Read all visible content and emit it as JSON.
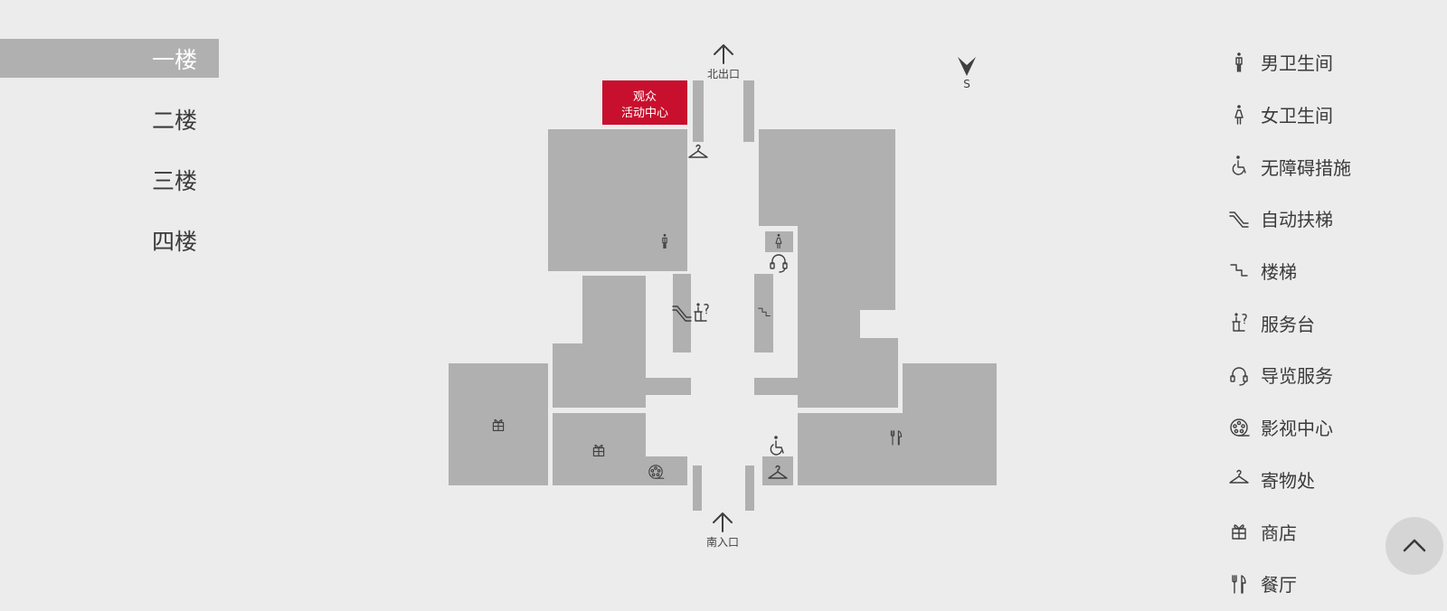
{
  "floors": [
    {
      "label": "一楼",
      "active": true
    },
    {
      "label": "二楼",
      "active": false
    },
    {
      "label": "三楼",
      "active": false
    },
    {
      "label": "四楼",
      "active": false
    }
  ],
  "map": {
    "north_exit": "北出口",
    "south_entrance": "南入口",
    "compass_label": "S",
    "audience_center": [
      "观众",
      "活动中心"
    ],
    "accent_color": "#c8102e",
    "block_color": "#b0b0b0"
  },
  "legend": [
    {
      "icon": "male-restroom-icon",
      "label": "男卫生间"
    },
    {
      "icon": "female-restroom-icon",
      "label": "女卫生间"
    },
    {
      "icon": "accessibility-icon",
      "label": "无障碍措施"
    },
    {
      "icon": "escalator-icon",
      "label": "自动扶梯"
    },
    {
      "icon": "stairs-icon",
      "label": "楼梯"
    },
    {
      "icon": "service-desk-icon",
      "label": "服务台"
    },
    {
      "icon": "audio-guide-icon",
      "label": "导览服务"
    },
    {
      "icon": "film-reel-icon",
      "label": "影视中心"
    },
    {
      "icon": "coat-check-icon",
      "label": "寄物处"
    },
    {
      "icon": "shop-icon",
      "label": "商店"
    },
    {
      "icon": "restaurant-icon",
      "label": "餐厅"
    }
  ]
}
